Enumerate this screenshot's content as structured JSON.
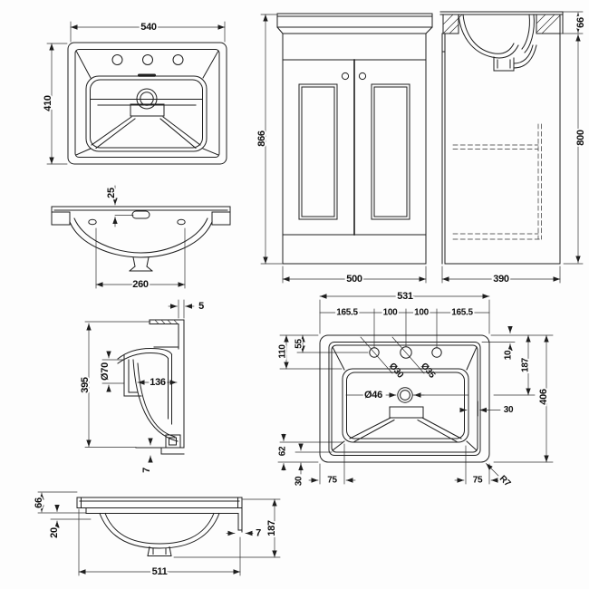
{
  "drawing": {
    "type": "technical-dimension-drawing",
    "line_color": "#1e1e1e",
    "background": "#fdfdfd"
  },
  "views": {
    "basin_top": {
      "width": "540",
      "depth": "410"
    },
    "basin_back": {
      "overflow_depth": "25",
      "fixing_centres": "260"
    },
    "basin_section": {
      "rim_edge": "5",
      "height": "395",
      "waste_bore": "Ø70",
      "outlet_width": "136",
      "base_lip": "7"
    },
    "cabinet_front": {
      "height": "866",
      "width": "500"
    },
    "cabinet_side": {
      "basin_rim": "66",
      "carcass_height": "800",
      "depth": "390"
    },
    "basin_plan": {
      "width": "531",
      "seg_a": "165.5",
      "seg_b": "100",
      "seg_c": "100",
      "seg_d": "165.5",
      "front_to_bowl": "110",
      "front_to_holes": "55",
      "edge_gap": "10",
      "front_to_waste": "187",
      "depth": "406",
      "bowl_gap": "30",
      "bowl_to_back": "62",
      "back_gap": "30",
      "corner_a": "75",
      "corner_b": "75",
      "corner_rad": "R7",
      "hole_a": "Ø30",
      "hole_b": "Ø35",
      "waste": "Ø46"
    },
    "basin_front": {
      "rim_height": "66",
      "apron": "20",
      "wall": "7",
      "overall": "187",
      "width": "511"
    }
  }
}
